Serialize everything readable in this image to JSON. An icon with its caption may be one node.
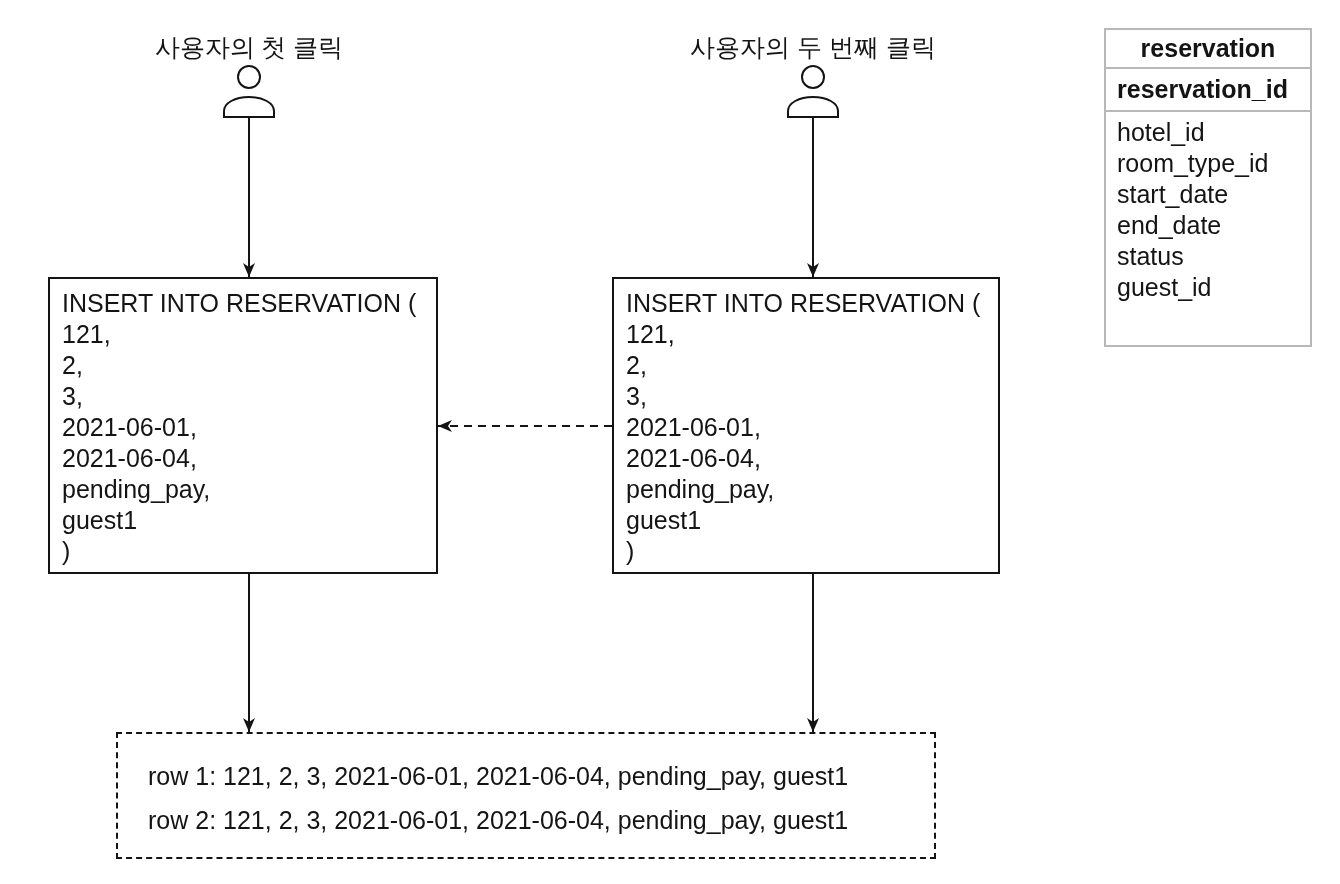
{
  "diagram": {
    "nodes": [
      {
        "text": [],
        "shape": "person",
        "beside": [
          "사용자의 첫 클릭"
        ]
      },
      {
        "text": [],
        "shape": "person",
        "beside": [
          "사용자의 두 번째 클릭"
        ]
      },
      {
        "text": [
          "INSERT INTO RESERVATION (",
          "121,",
          "2,",
          "3,",
          "2021-06-01,",
          "2021-06-04,",
          "pending_pay,",
          "guest1",
          ")"
        ]
      },
      {
        "text": [
          "INSERT INTO RESERVATION (",
          "121,",
          "2,",
          "3,",
          "2021-06-01,",
          "2021-06-04,",
          "pending_pay,",
          "guest1",
          ")"
        ]
      },
      {
        "text": [
          "row 1: 121, 2, 3, 2021-06-01, 2021-06-04, pending_pay, guest1",
          "row 2: 121, 2, 3, 2021-06-01, 2021-06-04, pending_pay, guest1"
        ]
      },
      {
        "text": [
          "reservation",
          "reservation_id",
          "hotel_id",
          "room_type_id",
          "start_date",
          "end_date",
          "status",
          "guest_id"
        ]
      }
    ],
    "edges": [
      {
        "from": 0,
        "to": 2,
        "arrow": "to"
      },
      {
        "from": 1,
        "to": 3,
        "arrow": "to"
      },
      {
        "from": 3,
        "to": 2,
        "arrow": "to",
        "style": "dashed"
      },
      {
        "from": 2,
        "to": 4,
        "arrow": "to"
      },
      {
        "from": 3,
        "to": 4,
        "arrow": "to"
      }
    ]
  }
}
